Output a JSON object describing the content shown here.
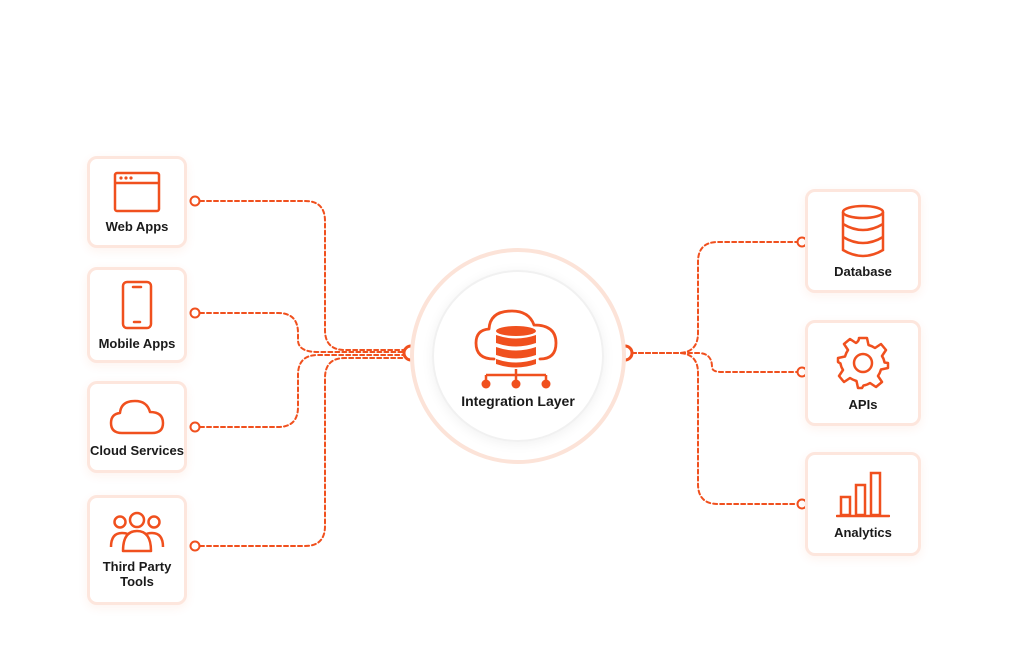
{
  "colors": {
    "accent": "#f0501e",
    "card_border": "#fde6dd",
    "hub_ring": "#fce3d8"
  },
  "hub": {
    "label": "Integration Layer",
    "icon": "cloud-database-icon"
  },
  "sources": [
    {
      "label": "Web Apps",
      "icon": "browser-window-icon"
    },
    {
      "label": "Mobile Apps",
      "icon": "smartphone-icon"
    },
    {
      "label": "Cloud Services",
      "icon": "cloud-icon"
    },
    {
      "label": "Third Party\nTools",
      "icon": "users-group-icon"
    }
  ],
  "targets": [
    {
      "label": "Database",
      "icon": "database-icon"
    },
    {
      "label": "APIs",
      "icon": "gear-icon"
    },
    {
      "label": "Analytics",
      "icon": "bar-chart-icon"
    }
  ]
}
